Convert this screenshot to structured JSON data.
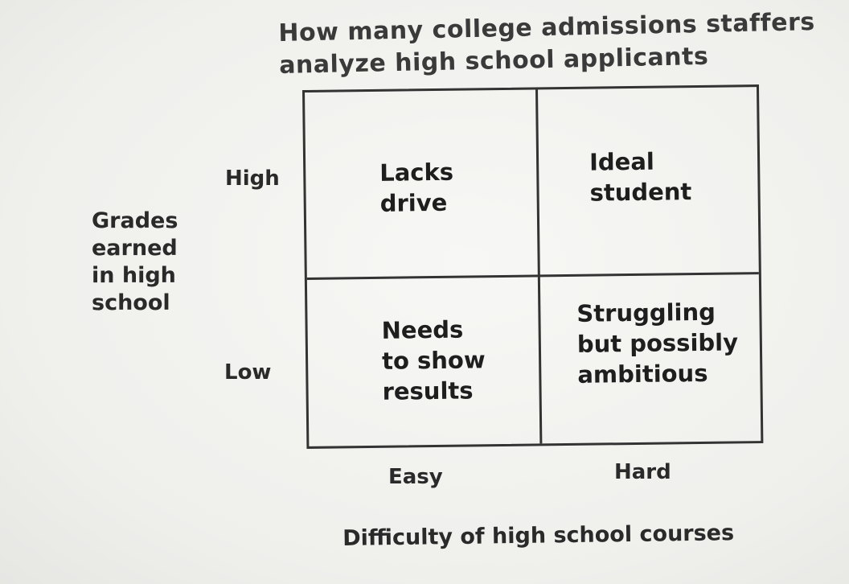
{
  "title": {
    "line1": "How many college admissions staffers",
    "line2": "analyze high school applicants"
  },
  "y_axis": {
    "title_lines": [
      "Grades",
      "earned",
      "in high",
      "school"
    ],
    "high": "High",
    "low": "Low"
  },
  "x_axis": {
    "title": "Difficulty of high school courses",
    "easy": "Easy",
    "hard": "Hard"
  },
  "quadrants": {
    "high_easy": [
      "Lacks",
      "drive"
    ],
    "high_hard": [
      "Ideal",
      "student"
    ],
    "low_easy": [
      "Needs",
      "to show",
      "results"
    ],
    "low_hard": [
      "Struggling",
      "but possibly",
      "ambitious"
    ]
  }
}
